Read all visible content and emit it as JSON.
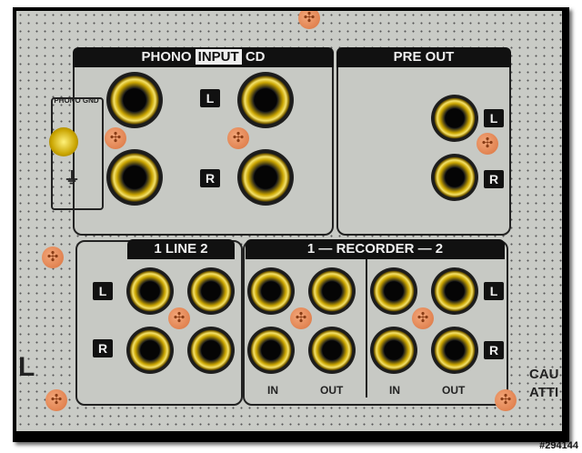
{
  "input_header": {
    "phono": "PHONO",
    "input": "INPUT",
    "cd": "CD"
  },
  "pre_out": "PRE OUT",
  "phono_gnd": "PHONO GND",
  "line_header": "1  LINE  2",
  "recorder_header": "1 — RECORDER — 2",
  "channel_left": "L",
  "channel_right": "R",
  "in_label": "IN",
  "out_label": "OUT",
  "caution": "CAU",
  "caution2": "ATTI",
  "side_letter": "L",
  "watermark": "#294144"
}
